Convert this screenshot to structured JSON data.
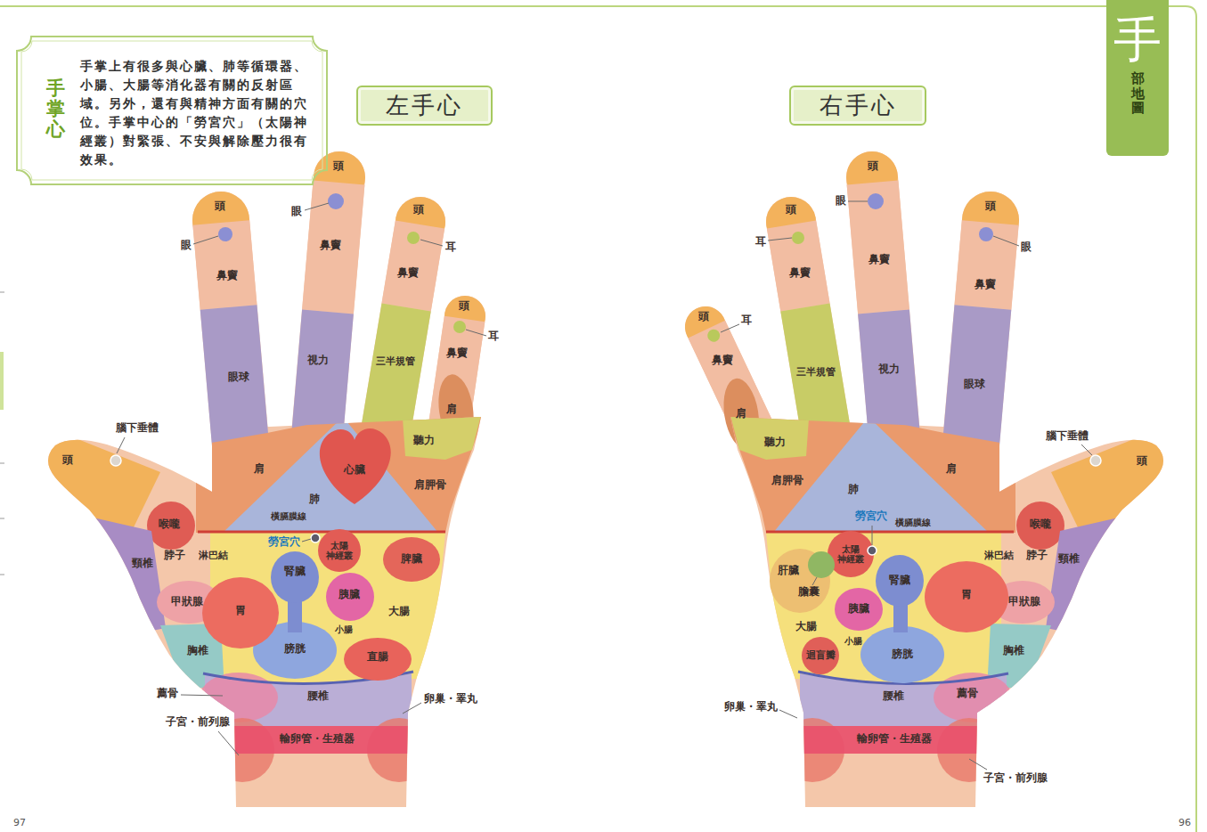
{
  "diagram": {
    "nodes": [
      {
        "text": [
          "手掌心",
          "手掌上有很多與心臟、肺等循環器、 小腸、大腸等消化器有關的反射區 域。另外，還有與精神方面有關的穴 位。手掌中心的「勞宮穴」（太陽神 經叢）對緊張、不安與解除壓力很有 效果。"
        ]
      },
      {
        "text": [
          "左手心"
        ]
      },
      {
        "text": [
          "右手心"
        ]
      },
      {
        "text": [
          "手",
          "部地圖"
        ]
      }
    ],
    "labels": [
      "頭",
      "頭",
      "眼",
      "頭",
      "眼",
      "鼻竇",
      "耳",
      "鼻竇",
      "鼻竇",
      "頭",
      "耳",
      "鼻竇",
      "視力",
      "三半規管",
      "眼球",
      "肩",
      "腦下垂體",
      "聽力",
      "頭",
      "肩",
      "心臟",
      "肩胛骨",
      "肺",
      "橫膈膜線",
      "喉嚨",
      "勞宮穴",
      "太陽 神經叢",
      "頸椎",
      "脖子",
      "淋巴結",
      "脾臟",
      "腎臟",
      "胰臟",
      "甲狀腺",
      "胃",
      "大腸",
      "小腸",
      "膀胱",
      "胸椎",
      "直腸",
      "薦骨",
      "腰椎",
      "卵巢・睪丸",
      "子宮・前列腺",
      "輸卵管・生殖器",
      "頭",
      "眼",
      "頭",
      "頭",
      "耳",
      "眼",
      "鼻竇",
      "鼻竇",
      "鼻竇",
      "頭",
      "耳",
      "鼻竇",
      "視力",
      "三半規管",
      "眼球",
      "肩",
      "腦下垂體",
      "聽力",
      "頭",
      "肩",
      "肩胛骨",
      "肺",
      "勞宮穴",
      "橫膈膜線",
      "喉嚨",
      "頸椎",
      "脖子",
      "淋巴結",
      "太陽 神經叢",
      "肝臟",
      "腎臟",
      "胃",
      "膽囊",
      "甲狀腺",
      "胰臟",
      "大腸",
      "小腸",
      "胸椎",
      "迴盲瓣",
      "膀胱",
      "腰椎",
      "薦骨",
      "卵巢・睪丸",
      "輸卵管・生殖器",
      "子宮・前列腺",
      "97",
      "96"
    ]
  }
}
